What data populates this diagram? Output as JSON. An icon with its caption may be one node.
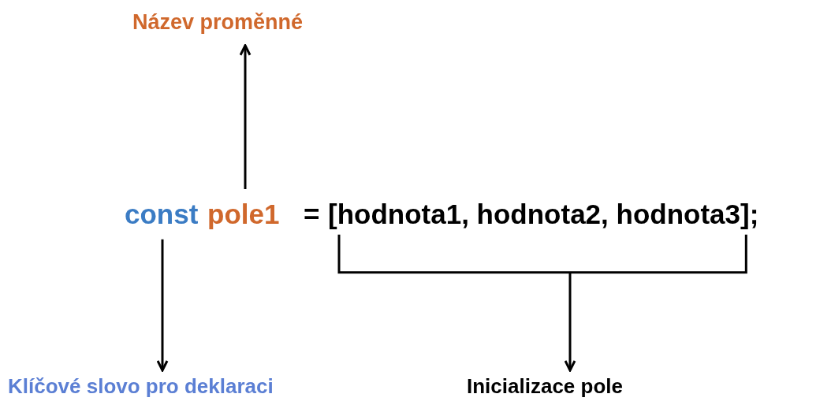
{
  "diagram": {
    "nodes": [
      {
        "text": [
          "Název proměnné"
        ]
      },
      {
        "text": [
          "const"
        ]
      },
      {
        "text": [
          "pole1"
        ]
      },
      {
        "text": [
          "[hodnota1, hodnota2, hodnota3];"
        ]
      },
      {
        "text": [
          "Klíčové slovo pro deklaraci"
        ]
      },
      {
        "text": [
          "Inicializace pole"
        ]
      }
    ],
    "edges": [
      {
        "from": 2,
        "to": 0,
        "arrow": "to"
      },
      {
        "from": 1,
        "to": 4,
        "arrow": "to"
      },
      {
        "from": 3,
        "to": 5,
        "arrow": "to"
      }
    ],
    "labels": [
      "="
    ]
  }
}
